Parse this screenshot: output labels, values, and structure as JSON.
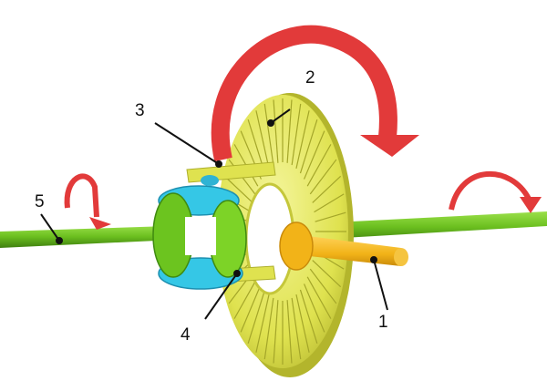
{
  "labels": [
    {
      "id": "1",
      "text": "1"
    },
    {
      "id": "2",
      "text": "2"
    },
    {
      "id": "3",
      "text": "3"
    },
    {
      "id": "4",
      "text": "4"
    },
    {
      "id": "5",
      "text": "5"
    }
  ],
  "colors": {
    "axle": "#6bbf1f",
    "ring_gear": "#e6e85a",
    "pinion": "#f2b318",
    "spider_gears": "#35c7e6",
    "side_gears": "#7dd327",
    "rotation_arrows": "#e23a3a"
  }
}
